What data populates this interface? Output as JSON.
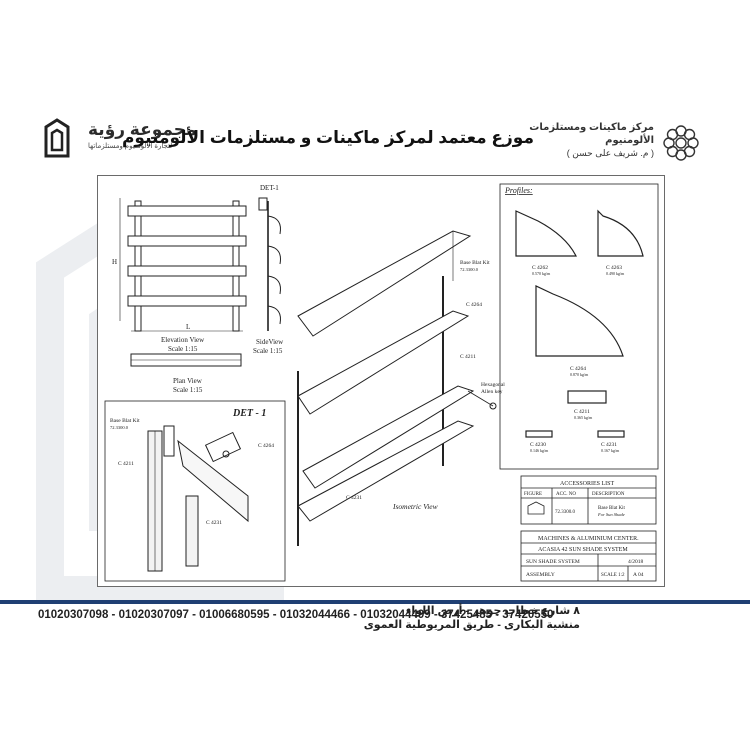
{
  "header": {
    "left_logo": {
      "name": "مجموعة رؤية",
      "tagline": "لتجارة الألومنيوم ومستلزماتها"
    },
    "headline": "موزع معتمد لمركز ماكينات و مستلزمات الألومنيوم",
    "right_logo": {
      "line1": "مركز ماكينات ومستلزمات",
      "line2": "الألومنيوم",
      "line3": "( م. شريف على حسن )"
    }
  },
  "drawing": {
    "det1_top_label": "DET-1",
    "elevation": {
      "dim_h": "H",
      "dim_l": "L",
      "title": "Elevation View",
      "scale": "Scale 1:15"
    },
    "side": {
      "title": "SideView",
      "scale": "Scale 1:15"
    },
    "plan": {
      "title": "Plan View",
      "scale": "Scale 1:15"
    },
    "detail": {
      "title": "DET - 1",
      "base_label": "Base Blat Kit",
      "base_code": "72.3300.0",
      "c4264": "C 4264",
      "c4211": "C 4211",
      "c4231": "C 4231"
    },
    "isometric": {
      "title": "Isometric View",
      "base_label": "Base Blat Kit",
      "base_code": "72.3300.0",
      "c4264": "C 4264",
      "c4211": "C 4211",
      "c4231": "C 4231",
      "hex_key_1": "Hexagonal",
      "hex_key_2": "Allen key"
    },
    "profiles": {
      "title": "Profiles:",
      "items": [
        {
          "code": "C 4262",
          "weight": "0.570 kg/m"
        },
        {
          "code": "C 4263",
          "weight": "0.490 kg/m"
        },
        {
          "code": "C 4264",
          "weight": "0.870 kg/m"
        },
        {
          "code": "C 4211",
          "weight": "0.365 kg/m"
        },
        {
          "code": "C 4230",
          "weight": "0.146 kg/m"
        },
        {
          "code": "C 4231",
          "weight": "0.167 kg/m"
        }
      ]
    },
    "accessories": {
      "title": "ACCESSORIES LIST",
      "columns": [
        "FIGURE",
        "ACC. NO",
        "DESCRIPTION"
      ],
      "rows": [
        {
          "acc_no": "72.3300.0",
          "desc_1": "Base Blat Kit",
          "desc_2": "For Sun Shade"
        }
      ]
    },
    "title_block": {
      "company": "MACHINES & ALUMINIUM CENTER.",
      "project": "ACASIA 42 SUN SHADE SYSTEM",
      "system": "SUN SHADE SYSTEM",
      "date": "4/2018",
      "type": "ASSEMBLY",
      "scale": "SCALE 1:2",
      "sheet": "A 04"
    }
  },
  "footer": {
    "phones": "01020307098 - 01020307097 - 01006680595 - 01032044466 - 01032044499 - 37425485 - 37420550",
    "address_1": "٨ شارع خطاب جوهر - أرض اللواء",
    "address_2": "منشية البكارى - طريق المريوطية العموى"
  },
  "colors": {
    "brand_blue": "#1f3f73",
    "line": "#222222",
    "watermark": "#e9ecef"
  }
}
